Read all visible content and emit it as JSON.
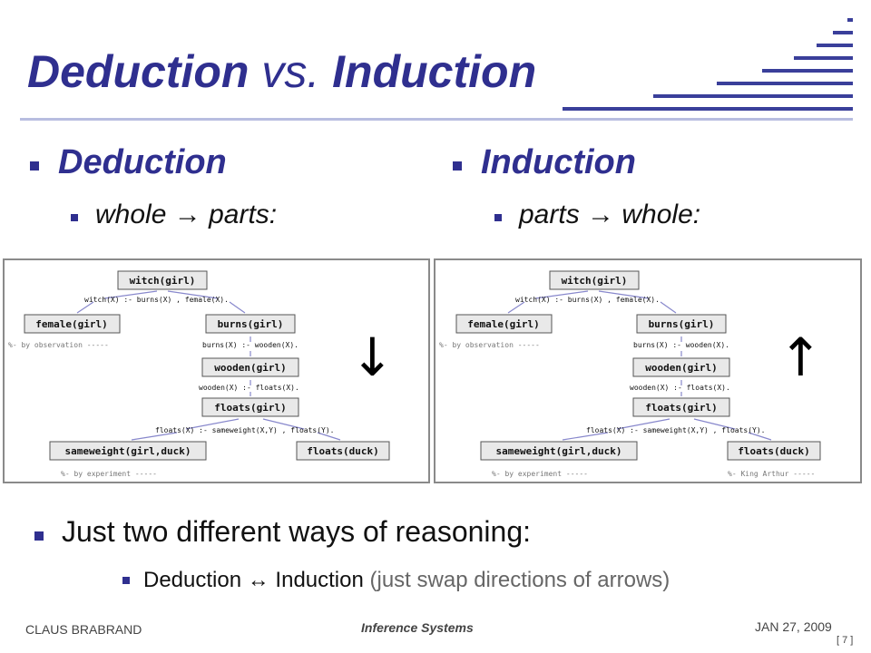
{
  "title": {
    "part1": "Deduction",
    "part2": "vs.",
    "part3": "Induction"
  },
  "left": {
    "heading": "Deduction",
    "sub_a": "whole",
    "sub_arrow": "→",
    "sub_b": "parts:"
  },
  "right": {
    "heading": "Induction",
    "sub_a": "parts",
    "sub_arrow": "→",
    "sub_b": "whole:"
  },
  "arrows": {
    "down": "↓",
    "up": "↑"
  },
  "tree": {
    "nodes": {
      "witch": "witch(girl)",
      "female": "female(girl)",
      "burns": "burns(girl)",
      "wooden": "wooden(girl)",
      "floats": "floats(girl)",
      "sameweight": "sameweight(girl,duck)",
      "floatsduck": "floats(duck)"
    },
    "rules": {
      "r1": "witch(X) :- burns(X) , female(X).",
      "r2": "burns(X) :- wooden(X).",
      "r3": "wooden(X) :- floats(X).",
      "r4": "floats(X) :- sameweight(X,Y) , floats(Y)."
    },
    "comments": {
      "observation": "%- by observation -----",
      "experiment": "%- by experiment -----",
      "arthur": "%- King Arthur -----"
    }
  },
  "bottom": {
    "line1": "Just two different ways of reasoning:",
    "line2_a": "Deduction",
    "line2_arrow": "↔",
    "line2_b": "Induction",
    "line2_c": "(just swap directions of arrows)"
  },
  "footer": {
    "author": "CLAUS BRABRAND",
    "course": "Inference Systems",
    "date": "JAN 27, 2009",
    "page": "[ 7 ]"
  }
}
